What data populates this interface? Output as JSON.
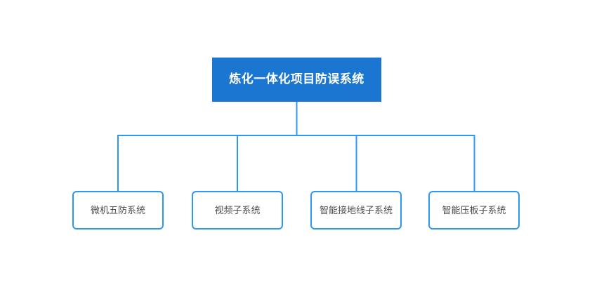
{
  "diagram": {
    "title": "炼化一体化项目防误系统",
    "root": {
      "label": "炼化一体化项目防误系统"
    },
    "children": [
      {
        "label": "微机五防系统"
      },
      {
        "label": "视频子系统"
      },
      {
        "label": "智能接地线子系统"
      },
      {
        "label": "智能压板子系统"
      }
    ],
    "colors": {
      "background": "#ffffff",
      "root_fill": "#1b76d2",
      "root_text": "#ffffff",
      "connector": "#2e96f3",
      "child_border": "#2e96f3",
      "child_fill": "#ffffff",
      "child_text": "#4c4c4c"
    }
  }
}
